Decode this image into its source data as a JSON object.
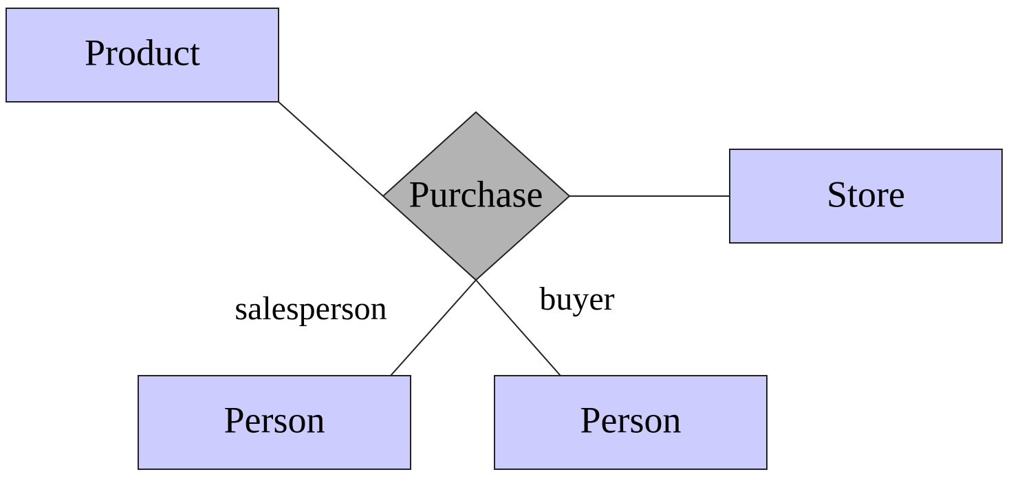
{
  "diagram": {
    "colors": {
      "entity_fill": "#ccccff",
      "relationship_fill": "#b3b3b3",
      "stroke": "#222222"
    },
    "relationship": {
      "label": "Purchase"
    },
    "entities": {
      "product": {
        "label": "Product"
      },
      "store": {
        "label": "Store"
      },
      "salesperson_person": {
        "label": "Person"
      },
      "buyer_person": {
        "label": "Person"
      }
    },
    "roles": {
      "salesperson": "salesperson",
      "buyer": "buyer"
    }
  }
}
